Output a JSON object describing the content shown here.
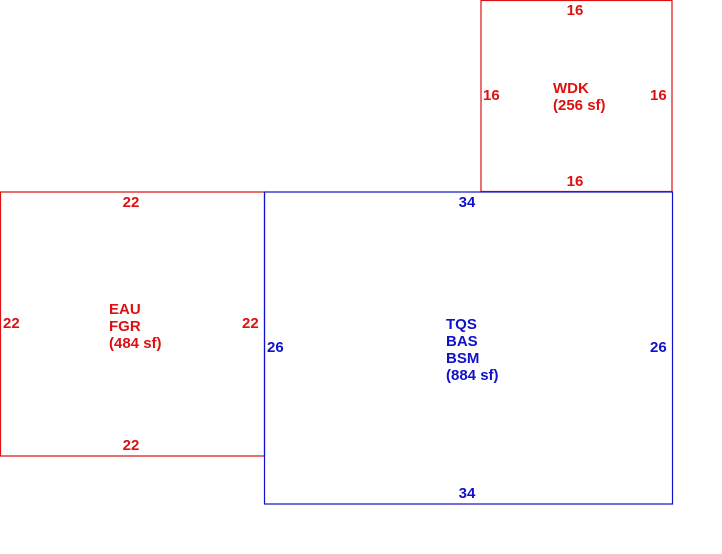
{
  "colors": {
    "wdk": "#dd1111",
    "garage": "#dd1111",
    "main": "#1111cc",
    "background": "#ffffff"
  },
  "wdk": {
    "dim_top": "16",
    "dim_bottom": "16",
    "dim_left": "16",
    "dim_right": "16",
    "code": "WDK",
    "area": "(256 sf)"
  },
  "garage": {
    "dim_top": "22",
    "dim_bottom": "22",
    "dim_left": "22",
    "dim_right": "22",
    "code1": "EAU",
    "code2": "FGR",
    "area": "(484 sf)"
  },
  "main": {
    "dim_top": "34",
    "dim_bottom": "34",
    "dim_left": "26",
    "dim_right": "26",
    "code1": "TQS",
    "code2": "BAS",
    "code3": "BSM",
    "area": "(884 sf)"
  }
}
